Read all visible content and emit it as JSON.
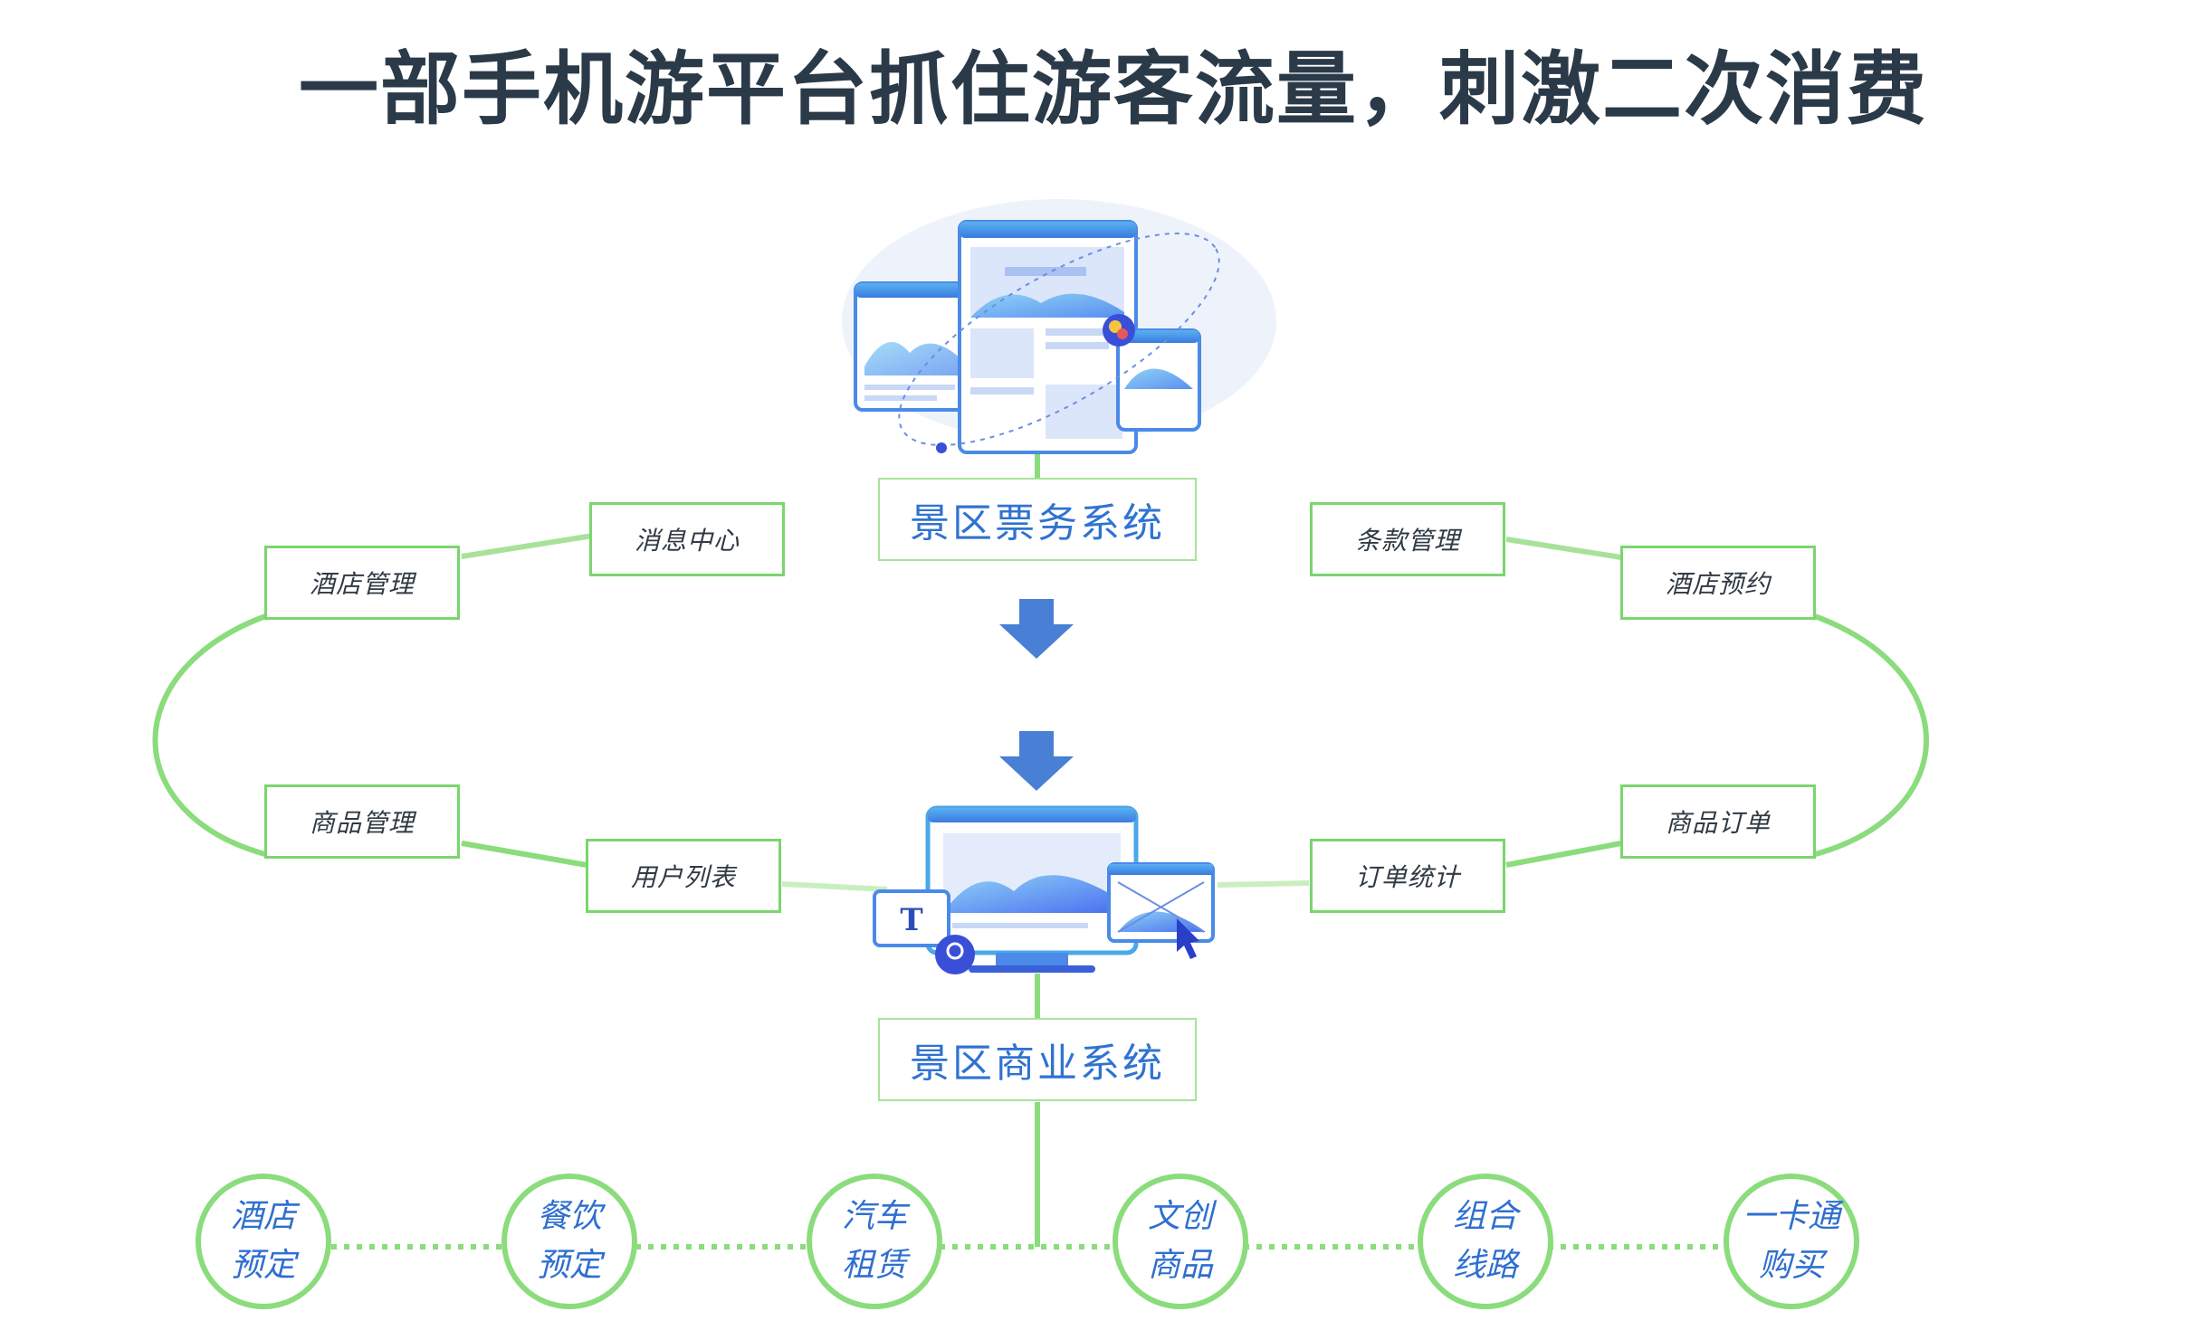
{
  "title": "一部手机游平台抓住游客流量，刺激二次消费",
  "ticket_system": {
    "label": "景区票务系统"
  },
  "business_system": {
    "label": "景区商业系统"
  },
  "left_modules": {
    "message_center": "消息中心",
    "hotel_management": "酒店管理",
    "product_management": "商品管理",
    "user_list": "用户列表"
  },
  "right_modules": {
    "terms_management": "条款管理",
    "hotel_booking": "酒店预约",
    "product_orders": "商品订单",
    "order_statistics": "订单统计"
  },
  "services": [
    {
      "line1": "酒店",
      "line2": "预定"
    },
    {
      "line1": "餐饮",
      "line2": "预定"
    },
    {
      "line1": "汽车",
      "line2": "租赁"
    },
    {
      "line1": "文创",
      "line2": "商品"
    },
    {
      "line1": "组合",
      "line2": "线路"
    },
    {
      "line1": "一卡通",
      "line2": "购买"
    }
  ],
  "colors": {
    "green_line": "#8bdc7c",
    "box_border": "#7ad66d",
    "blue_text": "#2f73d1",
    "arrow": "#4a7fd6",
    "title": "#2b3a48"
  },
  "icons": {
    "ticket_illustration": "browser-windows-illustration",
    "business_illustration": "monitor-dashboard-illustration",
    "arrow": "arrow-down-icon"
  }
}
